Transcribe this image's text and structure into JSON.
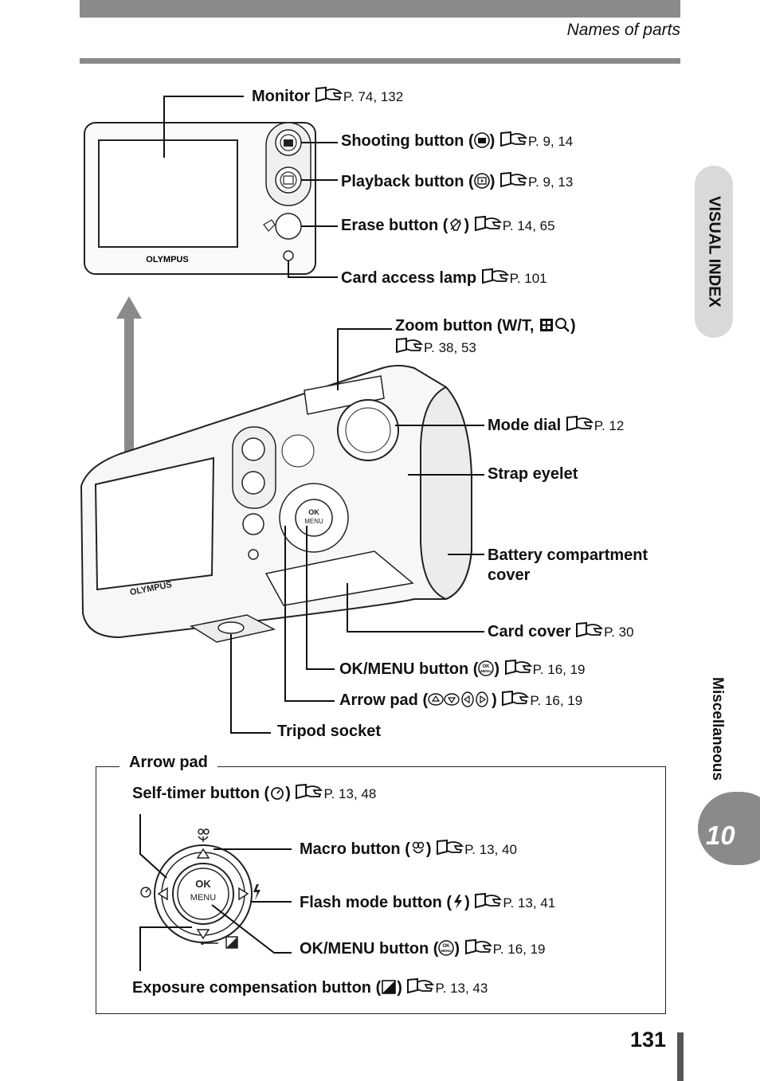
{
  "header": {
    "section_title": "Names of parts"
  },
  "side_tabs": {
    "visual_index": "VISUAL INDEX",
    "chapter_label": "Miscellaneous",
    "chapter_number": "10"
  },
  "page_number": "131",
  "colors": {
    "accent_gray": "#8a8a8a",
    "tab_gray": "#d9d9d9",
    "text": "#111111"
  },
  "camera_brand": "OLYMPUS",
  "callouts": {
    "monitor": {
      "label": "Monitor",
      "ref": "P. 74, 132"
    },
    "shooting": {
      "label": "Shooting button (",
      "close": ")",
      "icon": "camera-circle-icon",
      "ref": "P. 9, 14"
    },
    "playback": {
      "label": "Playback button (",
      "close": ")",
      "icon": "playback-circle-icon",
      "ref": "P. 9, 13"
    },
    "erase": {
      "label": "Erase button (",
      "close": ")",
      "icon": "erase-icon",
      "ref": "P. 14, 65"
    },
    "card_lamp": {
      "label": "Card access lamp",
      "ref": "P. 101"
    },
    "zoom": {
      "label": "Zoom button (W/T,",
      "close": ")",
      "icons": [
        "index-grid-icon",
        "magnifier-icon"
      ],
      "ref": "P. 38, 53"
    },
    "mode_dial": {
      "label": "Mode dial",
      "ref": "P. 12"
    },
    "strap": {
      "label": "Strap eyelet"
    },
    "battery": {
      "label_line1": "Battery compartment",
      "label_line2": "cover"
    },
    "card_cover": {
      "label": "Card cover",
      "ref": "P. 30"
    },
    "ok_menu": {
      "label": "OK/MENU button (",
      "close": ")",
      "icon": "ok-menu-icon",
      "ref": "P. 16, 19"
    },
    "arrow_pad": {
      "label": "Arrow pad (",
      "close": ")",
      "icon": "arrow-keys-icon",
      "ref": "P. 16, 19"
    },
    "tripod": {
      "label": "Tripod socket"
    }
  },
  "arrow_pad_box": {
    "title": "Arrow pad",
    "self_timer": {
      "label": "Self-timer button (",
      "close": ")",
      "icon": "self-timer-icon",
      "ref": "P. 13, 48"
    },
    "macro": {
      "label": "Macro button (",
      "close": ")",
      "icon": "macro-flower-icon",
      "ref": "P. 13, 40"
    },
    "flash": {
      "label": "Flash mode button (",
      "close": ")",
      "icon": "flash-icon",
      "ref": "P. 13, 41"
    },
    "ok_menu": {
      "label": "OK/MENU button (",
      "close": ")",
      "icon": "ok-menu-icon",
      "ref": "P. 16, 19"
    },
    "exposure": {
      "label": "Exposure compensation button (",
      "close": ")",
      "icon": "exposure-icon",
      "ref": "P. 13, 43"
    },
    "dial_ok": "OK",
    "dial_menu": "MENU"
  },
  "ref_icon": "book-reference-icon"
}
